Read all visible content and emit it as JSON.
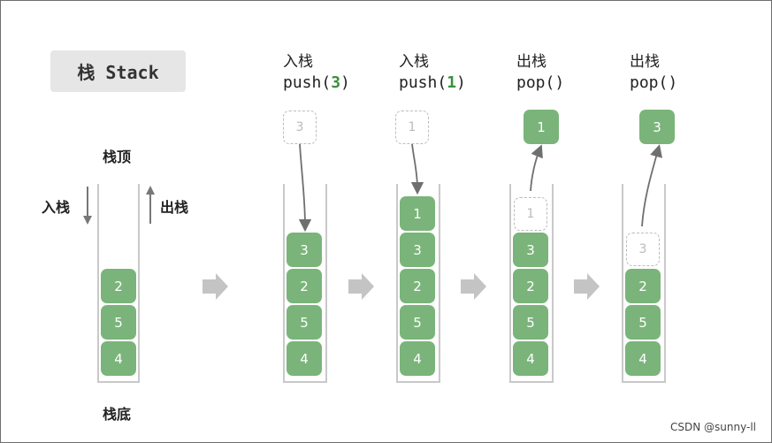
{
  "title": "栈 Stack",
  "legend": {
    "top": "栈顶",
    "bottom": "栈底",
    "push": "入栈",
    "pop": "出栈"
  },
  "initial_stack": [
    "2",
    "5",
    "4"
  ],
  "steps": [
    {
      "op": "入栈",
      "call_prefix": "push(",
      "arg": "3",
      "call_suffix": ")",
      "incoming": "3",
      "stack": [
        "3",
        "2",
        "5",
        "4"
      ]
    },
    {
      "op": "入栈",
      "call_prefix": "push(",
      "arg": "1",
      "call_suffix": ")",
      "incoming": "1",
      "stack": [
        "1",
        "3",
        "2",
        "5",
        "4"
      ]
    },
    {
      "op": "出栈",
      "call": "pop()",
      "outgoing": "1",
      "ghost": "1",
      "stack": [
        "3",
        "2",
        "5",
        "4"
      ]
    },
    {
      "op": "出栈",
      "call": "pop()",
      "outgoing": "3",
      "ghost": "3",
      "stack": [
        "2",
        "5",
        "4"
      ]
    }
  ],
  "watermark": "CSDN @sunny-ll",
  "colors": {
    "block": "#7ab47a",
    "arrow": "#c4c4c4",
    "tube": "#c9c9c9",
    "accent": "#3a8f3a"
  }
}
